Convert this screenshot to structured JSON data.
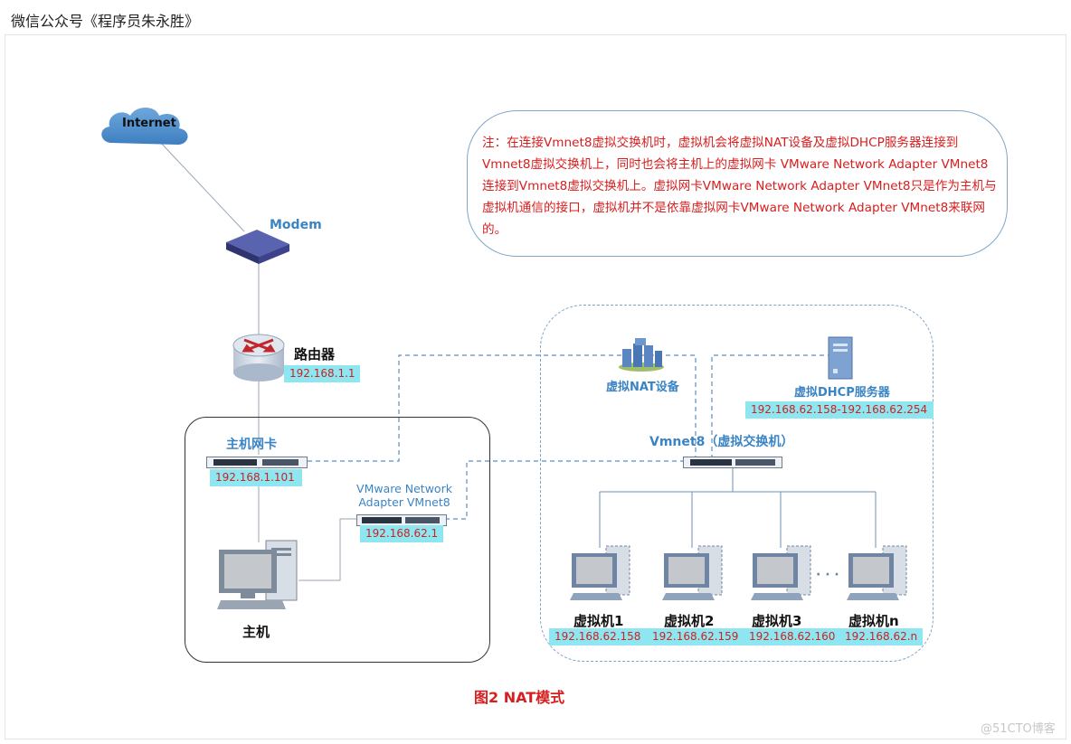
{
  "watermark_title": "微信公众号《程序员朱永胜》",
  "footer_watermark": "@51CTO博客",
  "figure_caption": "图2  NAT模式",
  "internet": {
    "label": "Internet"
  },
  "modem": {
    "label": "Modem"
  },
  "router": {
    "label": "路由器",
    "ip": "192.168.1.1"
  },
  "host_nic": {
    "label": "主机网卡",
    "ip": "192.168.1.101"
  },
  "vmnet8_adapter": {
    "label_line1": "VMware Network",
    "label_line2": "Adapter VMnet8",
    "ip": "192.168.62.1"
  },
  "host": {
    "label": "主机"
  },
  "nat_device": {
    "label": "虚拟NAT设备"
  },
  "dhcp_server": {
    "label": "虚拟DHCP服务器",
    "ip_range": "192.168.62.158-192.168.62.254"
  },
  "vswitch": {
    "label": "Vmnet8（虚拟交换机）"
  },
  "ellipsis": "· · ·",
  "vms": [
    {
      "label": "虚拟机1",
      "ip": "192.168.62.158"
    },
    {
      "label": "虚拟机2",
      "ip": "192.168.62.159"
    },
    {
      "label": "虚拟机3",
      "ip": "192.168.62.160"
    },
    {
      "label": "虚拟机n",
      "ip": "192.168.62.n"
    }
  ],
  "note": "注：在连接Vmnet8虚拟交换机时，虚拟机会将虚拟NAT设备及虚拟DHCP服务器连接到Vmnet8虚拟交换机上，同时也会将主机上的虚拟网卡 VMware Network Adapter VMnet8连接到Vmnet8虚拟交换机上。虚拟网卡VMware Network Adapter VMnet8只是作为主机与虚拟机通信的接口，虚拟机并不是依靠虚拟网卡VMware Network Adapter VMnet8来联网的。",
  "colors": {
    "ip_label_bg": "#8ee6f0",
    "ip_label_text": "#cc2222",
    "note_text": "#d81e1e",
    "accent_blue": "#3a84c4"
  }
}
